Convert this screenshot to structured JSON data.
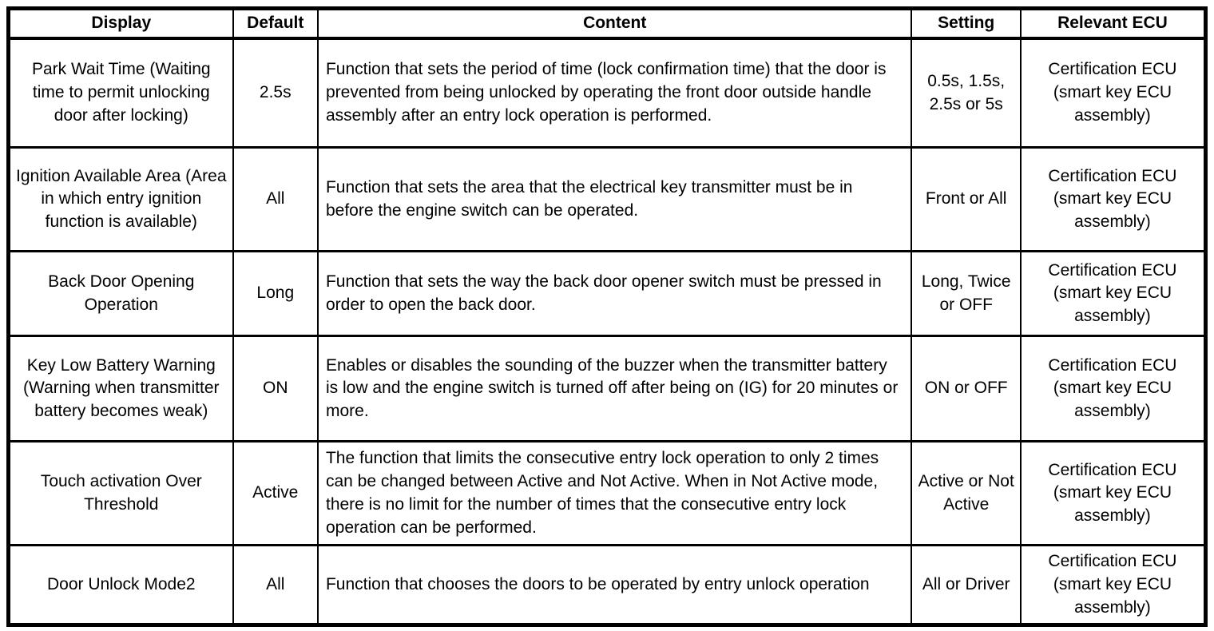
{
  "colors": {
    "border": "#000000",
    "text": "#000000",
    "background": "#ffffff"
  },
  "table": {
    "columns": [
      {
        "label": "Display"
      },
      {
        "label": "Default"
      },
      {
        "label": "Content"
      },
      {
        "label": "Setting"
      },
      {
        "label": "Relevant ECU"
      }
    ],
    "rows": [
      {
        "display": "Park Wait Time (Waiting time to permit unlocking door after locking)",
        "default": "2.5s",
        "content": "Function that sets the period of time (lock confirmation time) that the door is prevented from being unlocked by operating the front door outside handle assembly after an entry lock operation is performed.",
        "setting": "0.5s, 1.5s, 2.5s or 5s",
        "relevant_ecu": "Certification ECU (smart key ECU assembly)"
      },
      {
        "display": "Ignition Available Area (Area in which entry ignition function is available)",
        "default": "All",
        "content": "Function that sets the area that the electrical key transmitter must be in before the engine switch can be operated.",
        "setting": "Front or All",
        "relevant_ecu": "Certification ECU (smart key ECU assembly)"
      },
      {
        "display": "Back Door Opening Operation",
        "default": "Long",
        "content": "Function that sets the way the back door opener switch must be pressed in order to open the back door.",
        "setting": "Long, Twice or OFF",
        "relevant_ecu": "Certification ECU (smart key ECU assembly)"
      },
      {
        "display": "Key Low Battery Warning (Warning when transmitter battery becomes weak)",
        "default": "ON",
        "content": "Enables or disables the sounding of the buzzer when the transmitter battery is low and the engine switch is turned off after being on (IG) for 20 minutes or more.",
        "setting": "ON or OFF",
        "relevant_ecu": "Certification ECU (smart key ECU assembly)"
      },
      {
        "display": "Touch activation Over Threshold",
        "default": "Active",
        "content": "The function that limits the consecutive entry lock operation to only 2 times can be changed between Active and Not Active. When in Not Active mode, there is no limit for the number of times that the consecutive entry lock operation can be performed.",
        "setting": "Active or Not Active",
        "relevant_ecu": "Certification ECU (smart key ECU assembly)"
      },
      {
        "display": "Door Unlock Mode2",
        "default": "All",
        "content": "Function that chooses the doors to be operated by entry unlock operation",
        "setting": "All or Driver",
        "relevant_ecu": "Certification ECU (smart key ECU assembly)"
      }
    ]
  }
}
